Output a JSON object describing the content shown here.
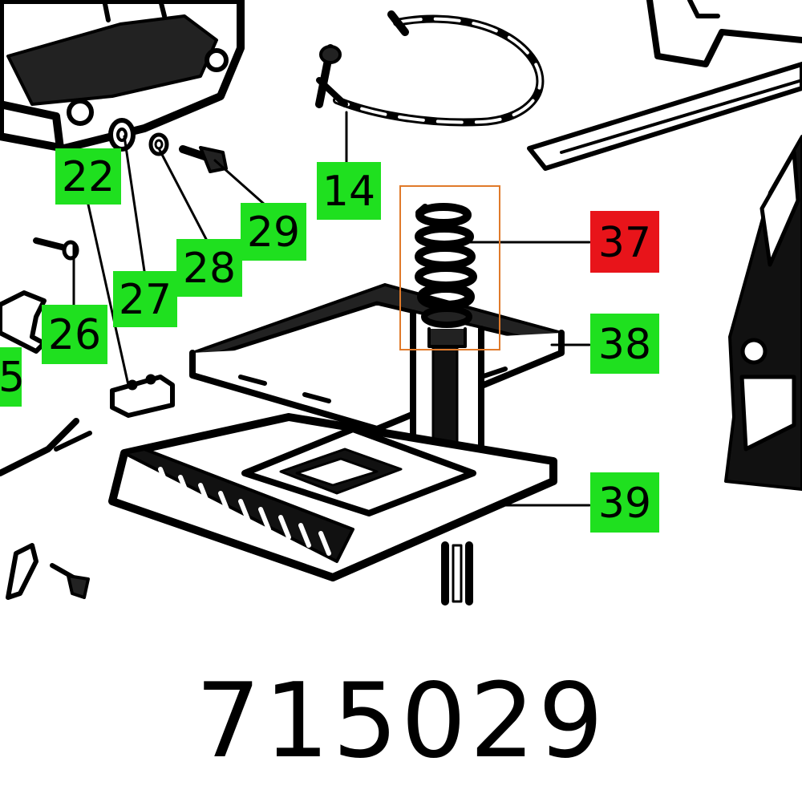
{
  "colors": {
    "label_bg": "#1fe01f",
    "highlight_bg": "#e8141a",
    "highlight_frame": "#e07a2a",
    "ink": "#000000",
    "paper": "#ffffff"
  },
  "callouts": [
    {
      "number": "22",
      "highlighted": false
    },
    {
      "number": "27",
      "highlighted": false
    },
    {
      "number": "28",
      "highlighted": false
    },
    {
      "number": "29",
      "highlighted": false
    },
    {
      "number": "14",
      "highlighted": false
    },
    {
      "number": "26",
      "highlighted": false
    },
    {
      "number": "5",
      "highlighted": false
    },
    {
      "number": "37",
      "highlighted": true
    },
    {
      "number": "38",
      "highlighted": false
    },
    {
      "number": "39",
      "highlighted": false
    }
  ],
  "part_number": "715029"
}
